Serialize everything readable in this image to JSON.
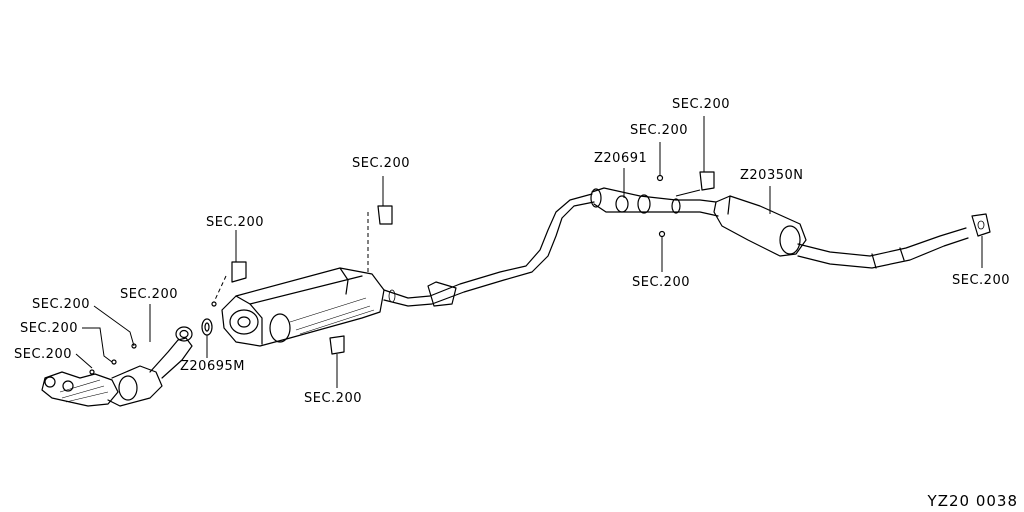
{
  "diagram": {
    "labels": {
      "sec200_upper_left": "SEC.200",
      "sec200_front_top": "SEC.200",
      "sec200_front_left1": "SEC.200",
      "sec200_front_left2": "SEC.200",
      "sec200_front_left3": "SEC.200",
      "sec200_front_bottom": "SEC.200",
      "sec200_center_top": "SEC.200",
      "sec200_mid_top": "SEC.200",
      "sec200_rear_top": "SEC.200",
      "sec200_mid_bottom": "SEC.200",
      "sec200_rear_right": "SEC.200",
      "part_z20691": "Z20691",
      "part_z20350n": "Z20350N",
      "part_z20695m": "Z20695M"
    },
    "figure_code": "YZ20  0038"
  }
}
